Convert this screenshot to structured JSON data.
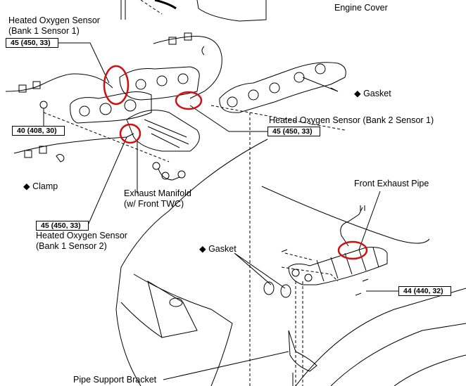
{
  "labels": {
    "engine_cover": "Engine Cover",
    "hos_b1s1_line1": "Heated Oxygen Sensor",
    "hos_b1s1_line2": "(Bank 1 Sensor 1)",
    "gasket_top": "◆ Gasket",
    "hos_b2s1": "Heated Oxygen Sensor (Bank 2 Sensor 1)",
    "clamp": "◆ Clamp",
    "exhaust_manifold_line1": "Exhaust Manifold",
    "exhaust_manifold_line2": "(w/ Front TWC)",
    "front_exhaust_pipe": "Front Exhaust Pipe",
    "hos_b1s2_line1": "Heated Oxygen Sensor",
    "hos_b1s2_line2": "(Bank 1 Sensor 2)",
    "gasket_bottom": "◆ Gasket",
    "pipe_support_bracket": "Pipe Support Bracket"
  },
  "torque": {
    "hos_b1s1": "45 (450, 33)",
    "nut_40": "40 (408, 30)",
    "hos_b2s1": "45 (450, 33)",
    "hos_b1s2": "45 (450, 33)",
    "bolt_44": "44 (440, 32)"
  },
  "colors": {
    "highlight": "#d01010",
    "line": "#000000"
  }
}
